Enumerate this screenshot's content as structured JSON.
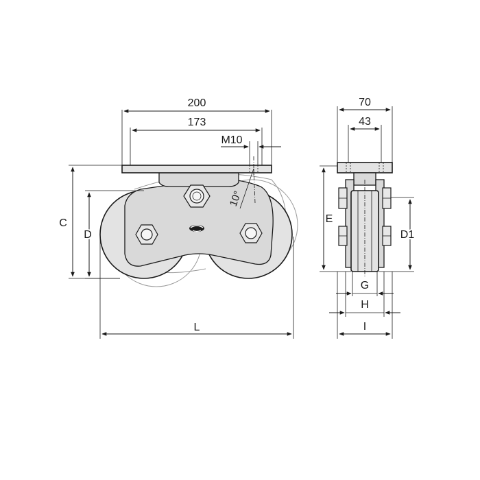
{
  "dimensions": {
    "overall_width": "200",
    "hole_spacing": "173",
    "thread": "M10",
    "tilt_angle": "10°",
    "height_c": "C",
    "height_d": "D",
    "length_l": "L",
    "side_width": "70",
    "side_hole_spacing": "43",
    "height_e": "E",
    "wheel_d1": "D1",
    "width_g": "G",
    "width_h": "H",
    "width_i": "I"
  },
  "colors": {
    "line": "#1a1a1a",
    "part_fill": "#e3e3e3",
    "ghost_outline": "#9a9a9a"
  }
}
